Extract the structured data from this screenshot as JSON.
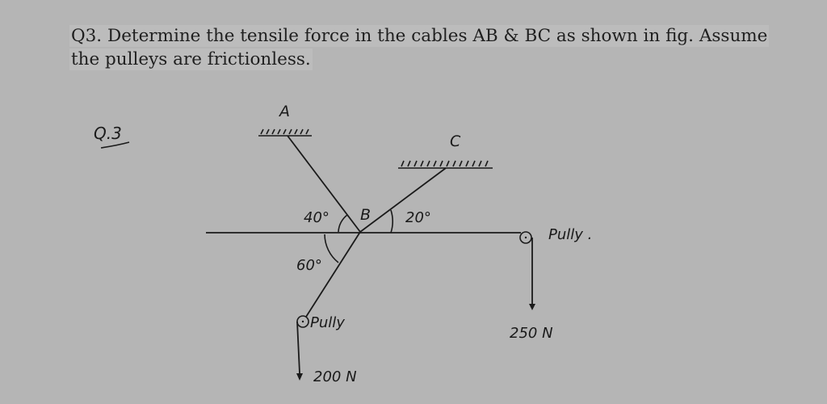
{
  "question": {
    "text": "Q3. Determine the tensile force in the cables AB & BC as shown in fig. Assume the pulleys are frictionless."
  },
  "figure": {
    "label": "Q.3",
    "points": {
      "A": "A",
      "B": "B",
      "C": "C"
    },
    "angles": {
      "ab_angle": "40°",
      "bc_angle": "20°",
      "lower_angle": "60°"
    },
    "pulleys": {
      "left": "Pully",
      "right": "Pully ."
    },
    "loads": {
      "left": "200 N",
      "right": "250 N"
    },
    "colors": {
      "ink": "#1a1a1a",
      "background": "#b5b5b5"
    }
  }
}
